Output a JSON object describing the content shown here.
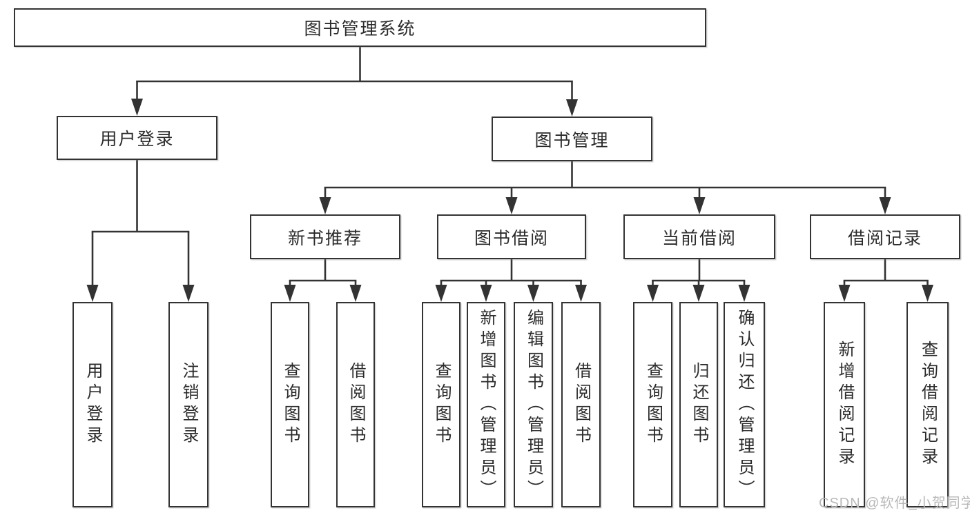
{
  "diagram": {
    "title": "图书管理系统",
    "level2": {
      "user_login": "用户登录",
      "book_mgmt": "图书管理"
    },
    "level3": {
      "new_book_rec": "新书推荐",
      "book_borrow": "图书借阅",
      "current_borrow": "当前借阅",
      "borrow_record": "借阅记录"
    },
    "leaves": {
      "login": "用户登录",
      "logout": "注销登录",
      "rec_query_book": "查询图书",
      "rec_borrow_book": "借阅图书",
      "bb_query_book": "查询图书",
      "bb_add_book": "新增图书（管理员）",
      "bb_edit_book": "编辑图书（管理员）",
      "bb_borrow_book": "借阅图书",
      "cb_query_book": "查询图书",
      "cb_return_book": "归还图书",
      "cb_confirm_return": "确认归还（管理员）",
      "br_add_record": "新增借阅记录",
      "br_query_record": "查询借阅记录"
    }
  },
  "watermark": "CSDN @软件_小贺同学",
  "colors": {
    "line": "#333333",
    "box_border": "#333333",
    "text": "#2b2b2b",
    "watermark": "#b8b8b8",
    "background": "#ffffff"
  }
}
